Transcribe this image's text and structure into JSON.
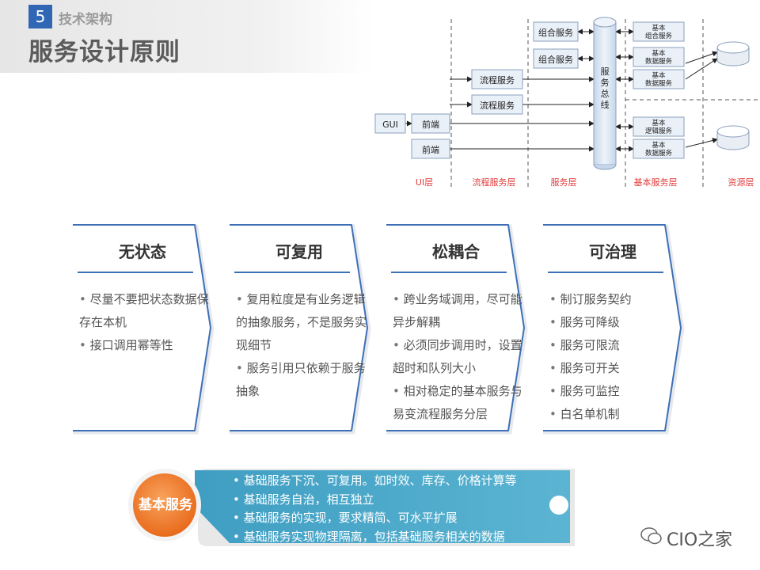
{
  "header": {
    "section_number": "5",
    "section_name": "技术架构",
    "title": "服务设计原则"
  },
  "architecture": {
    "gui": "GUI",
    "frontends": [
      "前端",
      "前端"
    ],
    "flow_services": [
      "流程服务",
      "流程服务"
    ],
    "composite_services": [
      "组合服务",
      "组合服务"
    ],
    "service_bus": "服务总线",
    "basic_services": [
      "基本\n组合服务",
      "基本\n数据服务",
      "基本\n数据服务",
      "基本\n逻辑服务",
      "基本\n数据服务"
    ],
    "layers": [
      "UI层",
      "流程服务层",
      "服务层",
      "基本服务层",
      "资源层"
    ],
    "colors": {
      "box_fill": "#eaf0f8",
      "box_stroke": "#8aa0bd",
      "layer_label": "#e23b3b",
      "bus_fill": "#d7e3f2"
    }
  },
  "principles": [
    {
      "title": "无状态",
      "items": [
        "尽量不要把状态数据保存在本机",
        "接口调用幂等性"
      ]
    },
    {
      "title": "可复用",
      "items": [
        "复用粒度是有业务逻辑的抽象服务，不是服务实现细节",
        "服务引用只依赖于服务抽象"
      ]
    },
    {
      "title": "松耦合",
      "items": [
        "跨业务域调用，尽可能异步解耦",
        "必须同步调用时，设置超时和队列大小",
        "相对稳定的基本服务与易变流程服务分层"
      ]
    },
    {
      "title": "可治理",
      "items": [
        "制订服务契约",
        "服务可降级",
        "服务可限流",
        "服务可开关",
        "服务可监控",
        "白名单机制"
      ]
    }
  ],
  "core_services": {
    "label": "基本服务",
    "items": [
      "基础服务下沉、可复用。如时效、库存、价格计算等",
      "基础服务自治，相互独立",
      "基础服务的实现，要求精简、可水平扩展",
      "基础服务实现物理隔离，包括基础服务相关的数据"
    ],
    "colors": {
      "orange": "#f07b2c",
      "teal": "#4aa8c8"
    }
  },
  "watermark": "CIO之家"
}
